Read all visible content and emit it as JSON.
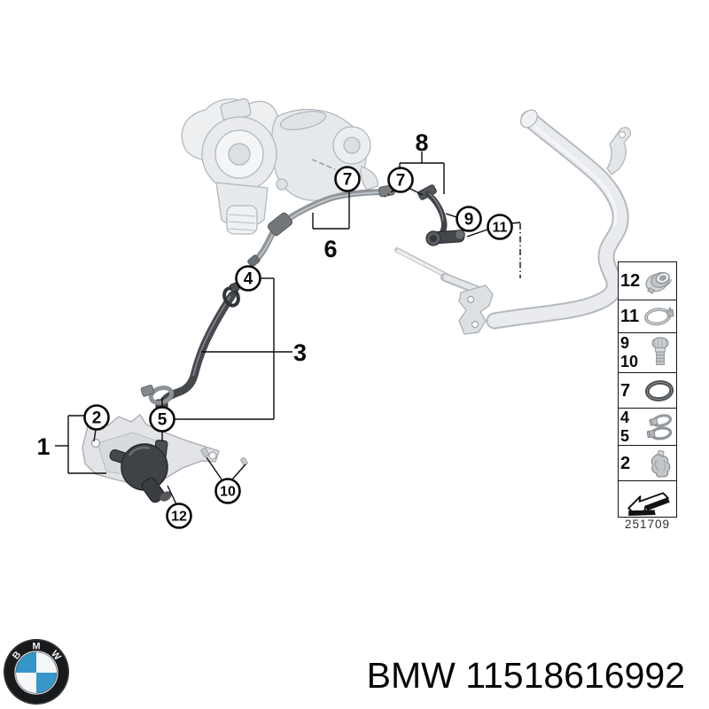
{
  "colors": {
    "background": "#ffffff",
    "line": "#0c0c0c",
    "part_light_gray": "#e9ebee",
    "part_mid_gray": "#9aa0a4",
    "part_dark": "#3f4347",
    "bmw_blue": "#3796c8"
  },
  "diagram": {
    "circled_callouts": [
      {
        "id": "7a",
        "label": "7"
      },
      {
        "id": "7b",
        "label": "7"
      },
      {
        "id": "9",
        "label": "9"
      },
      {
        "id": "11",
        "label": "11"
      },
      {
        "id": "4",
        "label": "4"
      },
      {
        "id": "5",
        "label": "5"
      },
      {
        "id": "2",
        "label": "2"
      },
      {
        "id": "10",
        "label": "10"
      },
      {
        "id": "12",
        "label": "12"
      }
    ],
    "plain_labels": [
      {
        "id": "8",
        "label": "8"
      },
      {
        "id": "6",
        "label": "6"
      },
      {
        "id": "3",
        "label": "3"
      },
      {
        "id": "1",
        "label": "1"
      }
    ]
  },
  "sidebar": {
    "diagram_number": "251709",
    "rows": [
      {
        "numbers": [
          "12"
        ],
        "icon": "coupling-icon"
      },
      {
        "numbers": [
          "11"
        ],
        "icon": "clamp-ring-icon"
      },
      {
        "numbers": [
          "9",
          "10"
        ],
        "icon": "screw-plug-icon"
      },
      {
        "numbers": [
          "7"
        ],
        "icon": "o-ring-icon"
      },
      {
        "numbers": [
          "4",
          "5"
        ],
        "icon": "hose-clamps-icon"
      },
      {
        "numbers": [
          "2"
        ],
        "icon": "clip-icon"
      },
      {
        "numbers": [],
        "icon": "page-arrow-icon"
      }
    ]
  },
  "footer": {
    "logo_letters": [
      "B",
      "M",
      "W"
    ],
    "part_number_label": "BMW 11518616992"
  }
}
